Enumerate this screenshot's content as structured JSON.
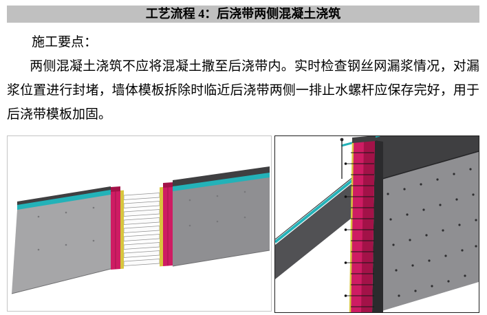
{
  "header": {
    "title": "工艺流程 4：后浇带两侧混凝土浇筑"
  },
  "content": {
    "section_heading": "施工要点：",
    "paragraph": "两侧混凝土浇筑不应将混凝土撒至后浇带内。实时检查钢丝网漏浆情况，对漏浆位置进行封堵，墙体模板拆除时临近后浇带两侧一排止水螺杆应保存完好，用于后浇带模板加固。"
  },
  "colors": {
    "title_bg": "#c0c0c0",
    "wall_gray": "#a6a6a8",
    "wall_gray_close": "#8f8f92",
    "wall_top_dark": "#3f3f41",
    "pipe_teal": "#23b2b8",
    "formwork_magenta": "#ce1c63",
    "formwork_magenta_dark": "#a31248",
    "accent_yellow": "#d8c63e"
  }
}
